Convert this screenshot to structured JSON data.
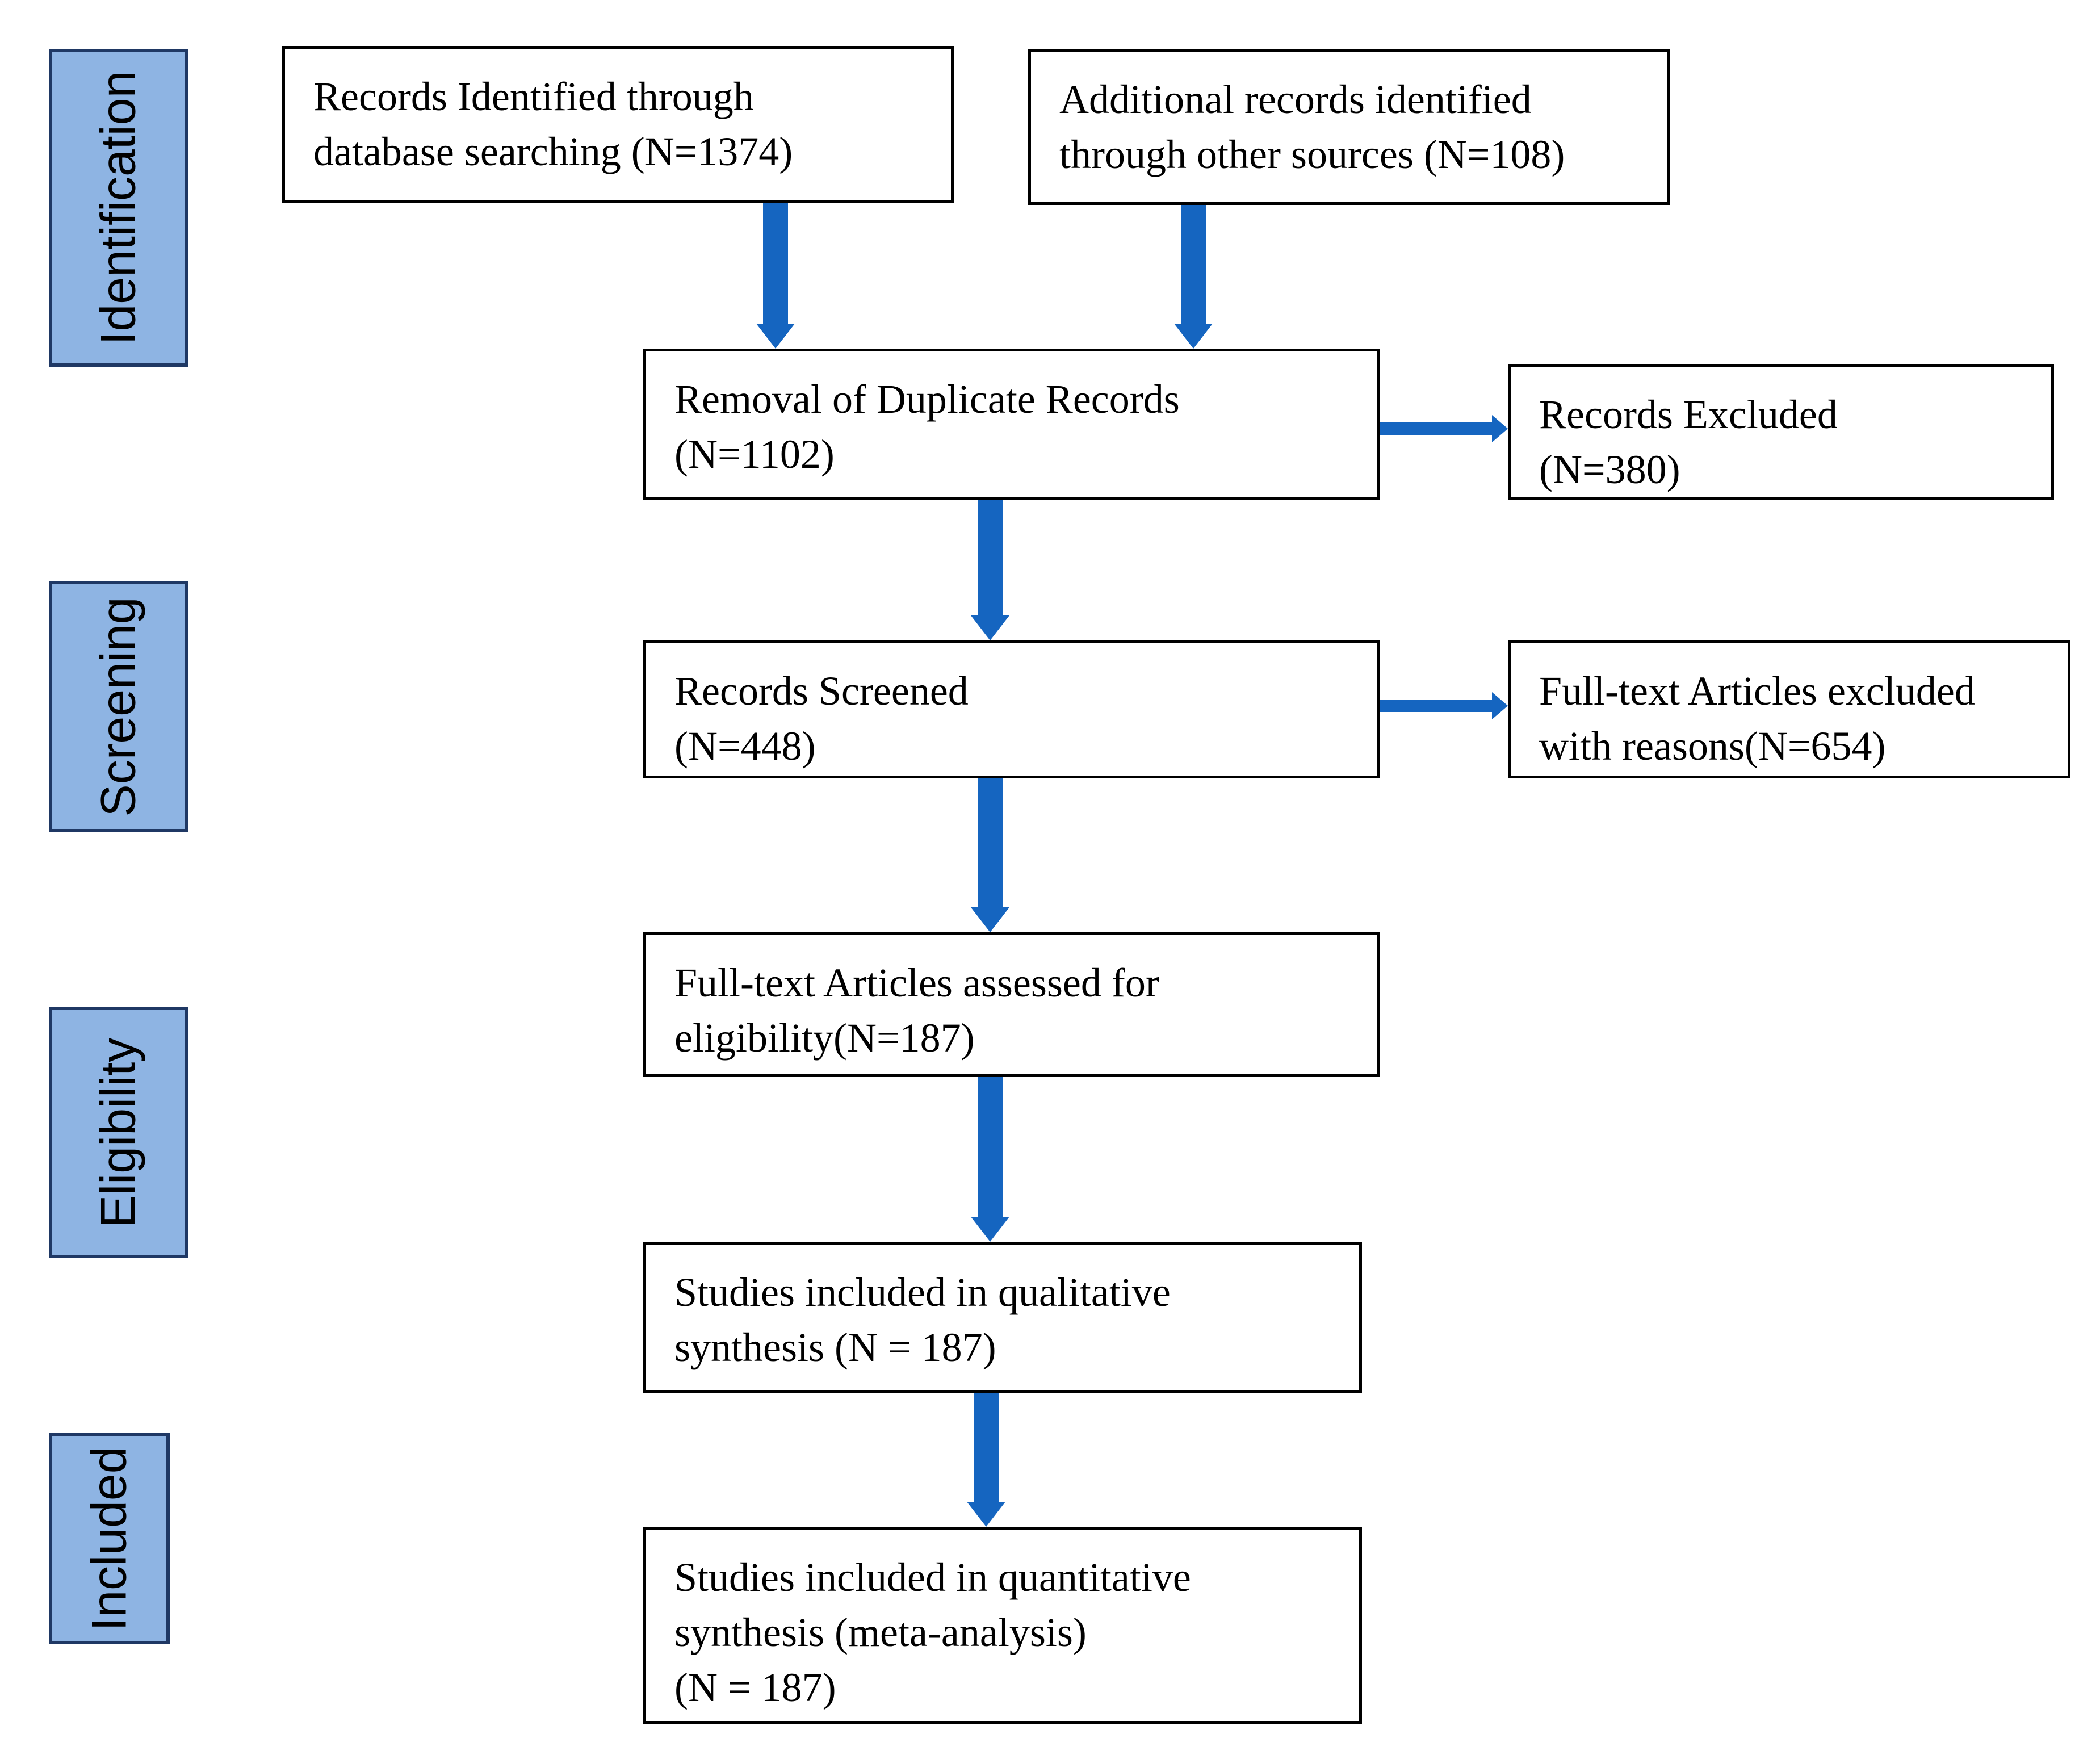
{
  "stages": [
    {
      "id": "identification",
      "label": "Identification"
    },
    {
      "id": "screening",
      "label": "Screening"
    },
    {
      "id": "eligibility",
      "label": "Eligibility"
    },
    {
      "id": "included",
      "label": "Included"
    }
  ],
  "boxes": {
    "database_records": "Records Identified through\ndatabase searching (N=1374)",
    "other_sources": "Additional records identified\nthrough other sources (N=108)",
    "duplicates_removed": "Removal of Duplicate Records\n(N=1102)",
    "records_excluded": "Records Excluded\n(N=380)",
    "records_screened": "Records Screened\n(N=448)",
    "fulltext_excluded": "Full-text Articles excluded\nwith reasons(N=654)",
    "fulltext_assessed": "Full-text Articles assessed for\neligibility(N=187)",
    "qualitative": "Studies included in qualitative\nsynthesis (N = 187)",
    "quantitative": "Studies included in quantitative\nsynthesis (meta-analysis)\n(N = 187)"
  },
  "colors": {
    "stage_fill": "#8eb4e3",
    "stage_border": "#1f3864",
    "arrow": "#1565c0",
    "box_border": "#000000"
  }
}
